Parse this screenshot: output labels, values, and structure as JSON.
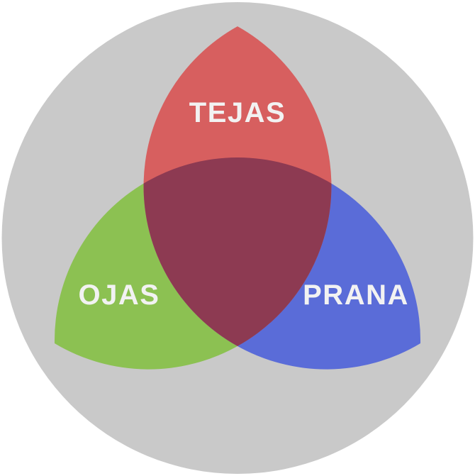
{
  "diagram": {
    "type": "venn-trefoil",
    "labels": {
      "top_petal": "TEJAS",
      "left_petal": "OJAS",
      "right_petal": "PRANA"
    },
    "colors": {
      "page_background": "#ffffff",
      "outer_circle": "#c9c9c9",
      "tejas_petal": "#d75f5f",
      "ojas_petal": "#8cc152",
      "prana_petal": "#5a6cd8",
      "center_overlap": "#8d3a52",
      "label_text": "#f2f2f2"
    }
  }
}
